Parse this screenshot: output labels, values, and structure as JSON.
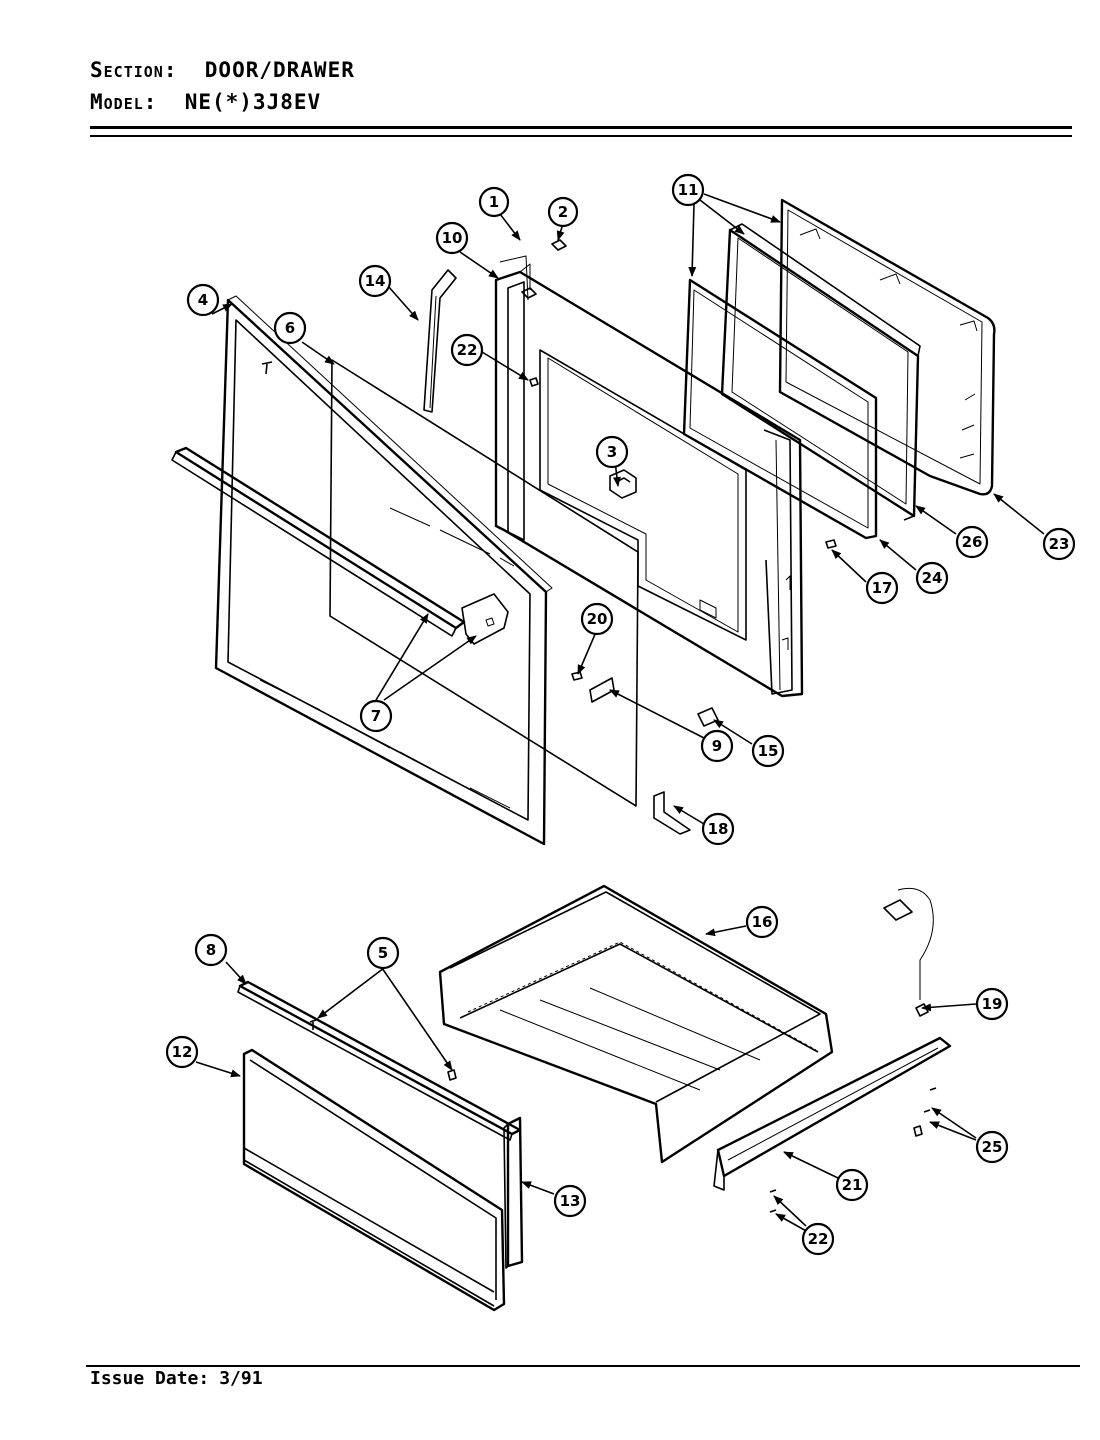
{
  "header": {
    "section_label": "Section:",
    "section_value": "DOOR/DRAWER",
    "model_label": "Model:",
    "model_value": "NE(*)3J8EV"
  },
  "footer": {
    "issue_label": "Issue Date:",
    "issue_value": "3/91"
  },
  "callouts": [
    "1",
    "2",
    "3",
    "4",
    "5",
    "6",
    "7",
    "8",
    "9",
    "10",
    "11",
    "12",
    "13",
    "14",
    "15",
    "16",
    "17",
    "18",
    "19",
    "20",
    "21",
    "22",
    "22",
    "23",
    "24",
    "25",
    "26"
  ]
}
